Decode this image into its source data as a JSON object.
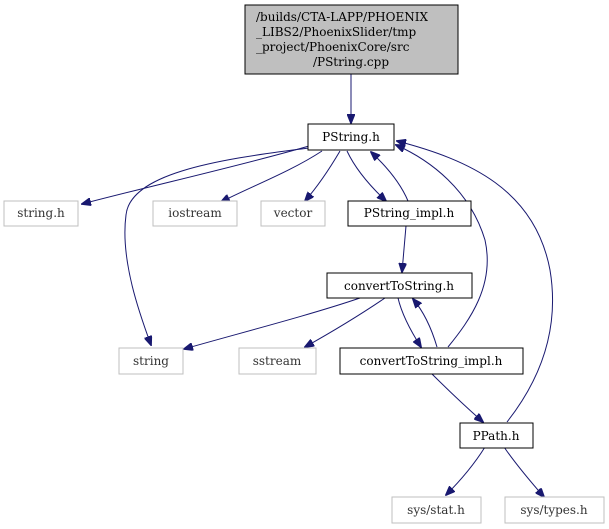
{
  "graph": {
    "colors": {
      "edge": "#191970",
      "root_fill": "#bfbfbf",
      "node_border": "#000000",
      "external_border": "#bfbfbf",
      "background": "#ffffff"
    },
    "root": {
      "lines": [
        "/builds/CTA-LAPP/PHOENIX",
        "_LIBS2/PhoenixSlider/tmp",
        "_project/PhoenixCore/src",
        "/PString.cpp"
      ]
    },
    "nodes": {
      "pstring_h": "PString.h",
      "string_h": "string.h",
      "iostream": "iostream",
      "vector": "vector",
      "pstring_impl_h": "PString_impl.h",
      "converttostring_h": "convertToString.h",
      "string": "string",
      "sstream": "sstream",
      "converttostring_impl_h": "convertToString_impl.h",
      "ppath_h": "PPath.h",
      "sys_stat_h": "sys/stat.h",
      "sys_types_h": "sys/types.h"
    }
  }
}
